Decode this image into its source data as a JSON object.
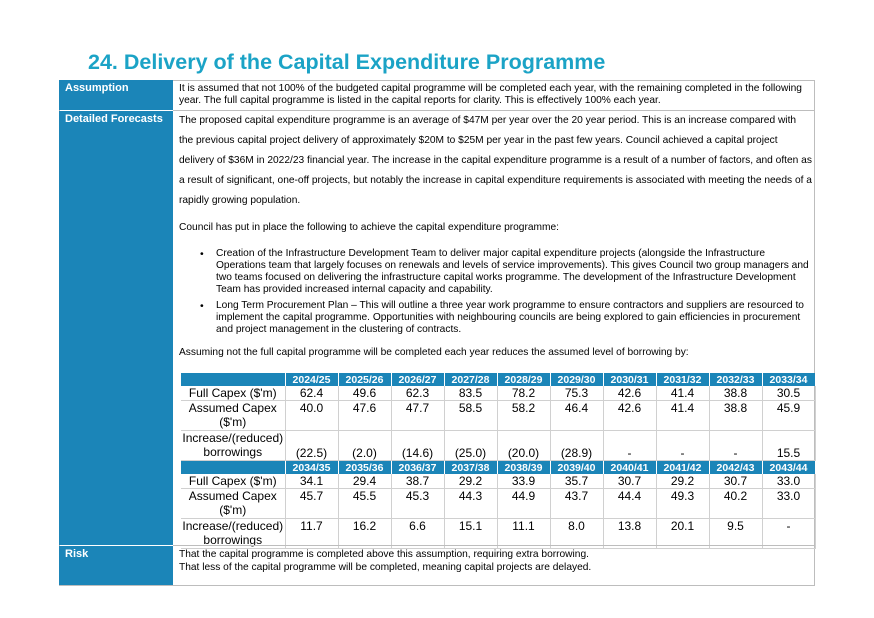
{
  "heading": "24. Delivery of the Capital Expenditure Programme",
  "assumption": {
    "label": "Assumption",
    "text": "It is assumed that not 100% of the budgeted capital programme will be completed each year, with the remaining completed in the following year.  The full capital programme is listed in the capital reports for clarity. This is effectively 100% each year."
  },
  "forecasts": {
    "label": "Detailed Forecasts",
    "paragraph": "The proposed capital expenditure programme is an average of $47M per year over the 20 year period. This is an increase compared with the previous capital project delivery of approximately $20M to $25M per year in the past few years. Council achieved a capital project delivery of $36M in 2022/23 financial year. The increase in the capital expenditure programme is a result of a number of factors, and often as a result of significant, one-off projects, but notably the increase in capital expenditure requirements is associated with meeting the needs of a rapidly growing population.",
    "intro": "Council has put in place the following to achieve the capital expenditure programme:",
    "bullets": [
      "Creation of the Infrastructure Development Team to deliver major capital expenditure projects (alongside the Infrastructure Operations team that largely focuses on renewals and levels of service improvements). This gives Council two group managers and two teams focused on delivering the infrastructure capital works programme. The development of the Infrastructure Development Team has provided increased internal capacity and capability.",
      "Long Term Procurement Plan – This will outline a three year work programme to ensure contractors and suppliers are resourced to implement the capital programme. Opportunities with neighbouring councils are being explored to gain efficiencies in procurement and project management in the clustering of contracts."
    ],
    "table_intro": "Assuming not the full capital programme will be completed each year reduces the assumed level of borrowing by:"
  },
  "table": {
    "row_labels": [
      "Full Capex ($'m)",
      "Assumed Capex ($'m)",
      "Increase/(reduced) borrowings"
    ],
    "blocks": [
      {
        "years": [
          "2024/25",
          "2025/26",
          "2026/27",
          "2027/28",
          "2028/29",
          "2029/30",
          "2030/31",
          "2031/32",
          "2032/33",
          "2033/34"
        ],
        "full": [
          "62.4",
          "49.6",
          "62.3",
          "83.5",
          "78.2",
          "75.3",
          "42.6",
          "41.4",
          "38.8",
          "30.5"
        ],
        "assumed": [
          "40.0",
          "47.6",
          "47.7",
          "58.5",
          "58.2",
          "46.4",
          "42.6",
          "41.4",
          "38.8",
          "45.9"
        ],
        "increase": [
          "(22.5)",
          "(2.0)",
          "(14.6)",
          "(25.0)",
          "(20.0)",
          "(28.9)",
          "-",
          "-",
          "-",
          "15.5"
        ]
      },
      {
        "years": [
          "2034/35",
          "2035/36",
          "2036/37",
          "2037/38",
          "2038/39",
          "2039/40",
          "2040/41",
          "2041/42",
          "2042/43",
          "2043/44"
        ],
        "full": [
          "34.1",
          "29.4",
          "38.7",
          "29.2",
          "33.9",
          "35.7",
          "30.7",
          "29.2",
          "30.7",
          "33.0"
        ],
        "assumed": [
          "45.7",
          "45.5",
          "45.3",
          "44.3",
          "44.9",
          "43.7",
          "44.4",
          "49.3",
          "40.2",
          "33.0"
        ],
        "increase": [
          "11.7",
          "16.2",
          "6.6",
          "15.1",
          "11.1",
          "8.0",
          "13.8",
          "20.1",
          "9.5",
          "-"
        ]
      }
    ]
  },
  "risk": {
    "label": "Risk",
    "lines": [
      "That the capital programme is completed above this assumption, requiring extra borrowing.",
      "That less of the capital programme will be completed, meaning capital projects are delayed."
    ]
  },
  "colors": {
    "heading": "#1ba3c6",
    "label_bg": "#1b85b8",
    "border": "#bdbdbd"
  }
}
